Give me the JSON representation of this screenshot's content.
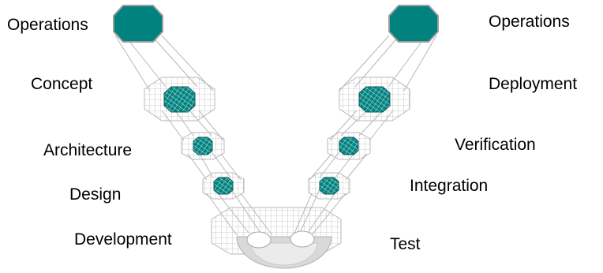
{
  "left_stages": [
    {
      "id": "operations-left",
      "label": "Operations"
    },
    {
      "id": "concept",
      "label": "Concept"
    },
    {
      "id": "architecture",
      "label": "Architecture"
    },
    {
      "id": "design",
      "label": "Design"
    },
    {
      "id": "development",
      "label": "Development"
    }
  ],
  "right_stages": [
    {
      "id": "operations-right",
      "label": "Operations"
    },
    {
      "id": "deployment",
      "label": "Deployment"
    },
    {
      "id": "verification",
      "label": "Verification"
    },
    {
      "id": "integration",
      "label": "Integration"
    },
    {
      "id": "test",
      "label": "Test"
    }
  ],
  "colors": {
    "teal": "#00827f",
    "teal_stroke": "#0d5d5a",
    "mesh": "#b8b8b8",
    "base_fill": "#dadada"
  }
}
